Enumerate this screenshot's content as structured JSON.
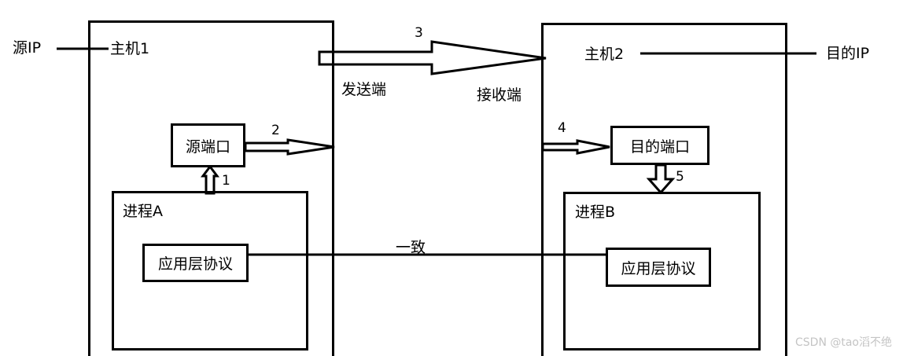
{
  "source_ip": "源IP",
  "dest_ip": "目的IP",
  "host1": {
    "title": "主机1"
  },
  "host2": {
    "title": "主机2"
  },
  "sender_label": "发送端",
  "receiver_label": "接收端",
  "source_port": "源端口",
  "dest_port": "目的端口",
  "process_a": {
    "title": "进程A",
    "protocol": "应用层协议"
  },
  "process_b": {
    "title": "进程B",
    "protocol": "应用层协议"
  },
  "consistent_label": "一致",
  "step_labels": {
    "s1": "1",
    "s2": "2",
    "s3": "3",
    "s4": "4",
    "s5": "5"
  },
  "watermark": "CSDN @tao滔不绝"
}
